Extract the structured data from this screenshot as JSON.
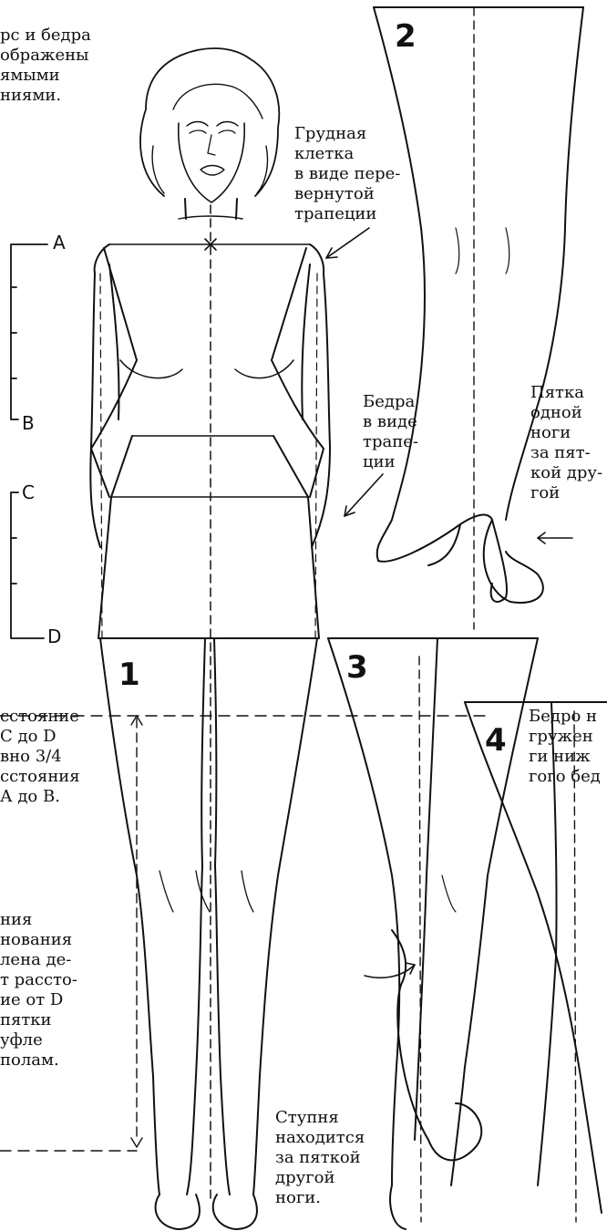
{
  "notes": {
    "torso_hips": "рс и бедра\nображены\nямыми\nниями.",
    "chest": "Грудная\nклетка\nв виде пере-\nвернутой\nтрапеции",
    "hips": "Бедра\nв виде\nтрапе-\nции",
    "heel": "Пятка\nодной\nноги\nза пят-\nкой дру-\nгой",
    "distance_cd": "сстояние\nC до D\nвно 3/4\nсстояния\nА до В.",
    "knee": "ния\nнования\nлена де-\nт рассто-\nие от D\nпятки\nуфле\nполам.",
    "thigh_load": "Бедро н\nгружен\nги ниж\nгого бед",
    "foot": "Ступня\nнаходится\nза пяткой\nдругой\nноги."
  },
  "labels": {
    "a": "A",
    "b": "B",
    "c": "C",
    "d": "D"
  },
  "figure_numbers": {
    "one": "1",
    "two": "2",
    "three": "3",
    "four": "4"
  },
  "colors": {
    "ink": "#111111",
    "paper": "#ffffff"
  }
}
